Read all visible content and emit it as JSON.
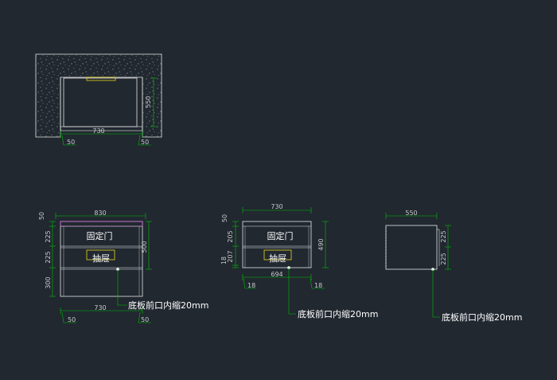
{
  "colors": {
    "background": "#212830",
    "outline": "#e6e6e6",
    "dimension": "#00c000",
    "leader": "#00c000",
    "accent": "#e8d820",
    "magenta": "#d040d0",
    "stipple": "#7a8088"
  },
  "top_view": {
    "dim_width": "730",
    "dim_depth": "550",
    "dim_left_gap": "50",
    "dim_right_gap": "50"
  },
  "view_a": {
    "dim_top_width": "830",
    "dim_bottom_width": "730",
    "dim_left": [
      "50",
      "225",
      "225",
      "300"
    ],
    "dim_right_height": "500",
    "dim_left_gap": "50",
    "dim_right_gap": "50",
    "panel_fixed_door": "固定门",
    "panel_drawer": "抽屉",
    "note": "底板前口内缩20mm"
  },
  "view_b": {
    "dim_top_width": "730",
    "dim_inner_width": "694",
    "dim_left": [
      "50",
      "205",
      "207",
      "18"
    ],
    "dim_right_height": "490",
    "dim_left_gap": "18",
    "dim_right_gap": "18",
    "panel_fixed_door": "固定门",
    "panel_drawer": "抽屉",
    "note": "底板前口内缩20mm"
  },
  "view_c": {
    "dim_top_width": "550",
    "dim_right": [
      "225",
      "225"
    ],
    "note": "底板前口内缩20mm"
  }
}
